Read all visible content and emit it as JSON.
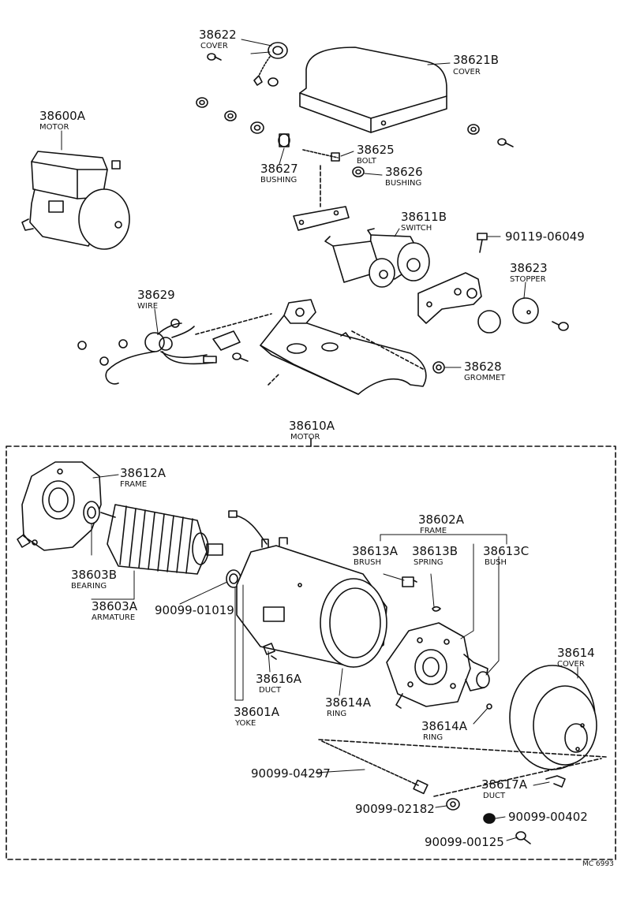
{
  "parts": [
    {
      "id": "p38622",
      "number": "38622",
      "name": "COVER"
    },
    {
      "id": "p38621B",
      "number": "38621B",
      "name": "COVER"
    },
    {
      "id": "p38600A",
      "number": "38600A",
      "name": "MOTOR"
    },
    {
      "id": "p38625",
      "number": "38625",
      "name": "BOLT"
    },
    {
      "id": "p38627",
      "number": "38627",
      "name": "BUSHING"
    },
    {
      "id": "p38626",
      "number": "38626",
      "name": "BUSHING"
    },
    {
      "id": "p38611B",
      "number": "38611B",
      "name": "SWITCH"
    },
    {
      "id": "p90119",
      "number": "90119-06049",
      "name": ""
    },
    {
      "id": "p38623",
      "number": "38623",
      "name": "STOPPER"
    },
    {
      "id": "p38629",
      "number": "38629",
      "name": "WIRE"
    },
    {
      "id": "p38628",
      "number": "38628",
      "name": "GROMMET"
    },
    {
      "id": "p38610A",
      "number": "38610A",
      "name": "MOTOR"
    },
    {
      "id": "p38612A",
      "number": "38612A",
      "name": "FRAME"
    },
    {
      "id": "p38602A",
      "number": "38602A",
      "name": "FRAME"
    },
    {
      "id": "p38613A",
      "number": "38613A",
      "name": "BRUSH"
    },
    {
      "id": "p38613B",
      "number": "38613B",
      "name": "SPRING"
    },
    {
      "id": "p38613C",
      "number": "38613C",
      "name": "BUSH"
    },
    {
      "id": "p38603B",
      "number": "38603B",
      "name": "BEARING"
    },
    {
      "id": "p38603A",
      "number": "38603A",
      "name": "ARMATURE"
    },
    {
      "id": "p90099_01019",
      "number": "90099-01019",
      "name": ""
    },
    {
      "id": "p38614",
      "number": "38614",
      "name": "COVER"
    },
    {
      "id": "p38616A",
      "number": "38616A",
      "name": "DUCT"
    },
    {
      "id": "p38601A",
      "number": "38601A",
      "name": "YOKE"
    },
    {
      "id": "p38614A_1",
      "number": "38614A",
      "name": "RING"
    },
    {
      "id": "p38614A_2",
      "number": "38614A",
      "name": "RING"
    },
    {
      "id": "p90099_04297",
      "number": "90099-04297",
      "name": ""
    },
    {
      "id": "p38617A",
      "number": "38617A",
      "name": "DUCT"
    },
    {
      "id": "p90099_02182",
      "number": "90099-02182",
      "name": ""
    },
    {
      "id": "p90099_00402",
      "number": "90099-00402",
      "name": ""
    },
    {
      "id": "p90099_00125",
      "number": "90099-00125",
      "name": ""
    }
  ],
  "reference_code": "MC 6993"
}
